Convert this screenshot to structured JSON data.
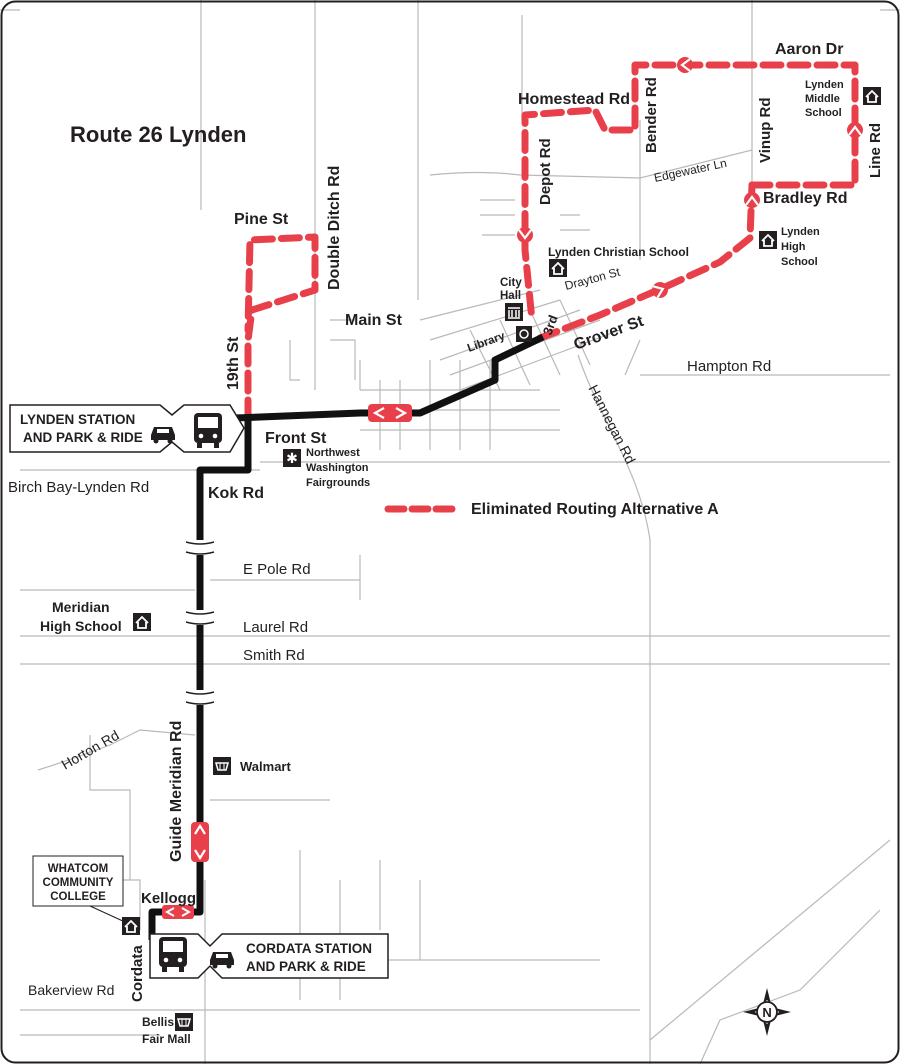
{
  "title": "Route 26 Lynden",
  "streets": {
    "pine_st": "Pine St",
    "double_ditch_rd": "Double Ditch Rd",
    "main_st": "Main St",
    "nineteenth_st": "19th St",
    "front_st": "Front St",
    "birch_bay_lynden_rd": "Birch Bay-Lynden Rd",
    "kok_rd": "Kok Rd",
    "e_pole_rd": "E Pole Rd",
    "laurel_rd": "Laurel Rd",
    "smith_rd": "Smith Rd",
    "horton_rd": "Horton Rd",
    "guide_meridian_rd": "Guide Meridian Rd",
    "kellogg": "Kellogg",
    "cordata": "Cordata",
    "bakerview_rd": "Bakerview Rd",
    "homestead_rd": "Homestead Rd",
    "depot_rd": "Depot Rd",
    "bender_rd": "Bender Rd",
    "aaron_dr": "Aaron Dr",
    "vinup_rd": "Vinup Rd",
    "line_rd": "Line Rd",
    "edgewater_ln": "Edgewater Ln",
    "bradley_rd": "Bradley Rd",
    "drayton_st": "Drayton St",
    "third": "3rd",
    "grover_st": "Grover St",
    "hampton_rd": "Hampton Rd",
    "hannegan_rd": "Hannegan Rd"
  },
  "places": {
    "lynden_christian_school": "Lynden Christian School",
    "city_hall": [
      "City",
      "Hall"
    ],
    "library": "Library",
    "lynden_high_school": [
      "Lynden",
      "High",
      "School"
    ],
    "lynden_middle_school": [
      "Lynden",
      "Middle",
      "School"
    ],
    "nw_fairgrounds": [
      "Northwest",
      "Washington",
      "Fairgrounds"
    ],
    "meridian_high_school": [
      "Meridian",
      "High School"
    ],
    "walmart": "Walmart",
    "whatcom_cc": [
      "WHATCOM",
      "COMMUNITY",
      "COLLEGE"
    ],
    "bellis_fair_mall": [
      "Bellis",
      "Fair Mall"
    ]
  },
  "stations": {
    "lynden": [
      "LYNDEN STATION",
      "AND PARK & RIDE"
    ],
    "cordata": [
      "CORDATA STATION",
      "AND PARK & RIDE"
    ]
  },
  "legend": {
    "alt_a": "Eliminated Routing Alternative A"
  },
  "compass": "N",
  "colors": {
    "route": "#111111",
    "eliminated_alt_a": "#e8404a",
    "streets": "#b9b9b9",
    "border": "#231f20"
  }
}
